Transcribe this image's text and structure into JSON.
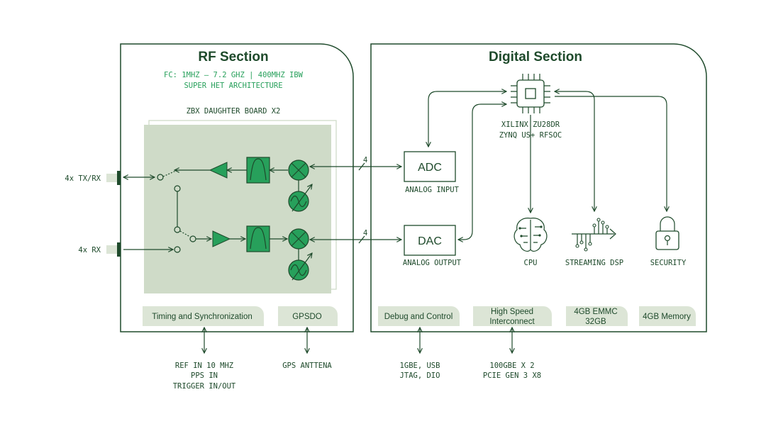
{
  "rf": {
    "title": "RF Section",
    "line1": "FC: 1MHZ – 7.2 GHZ | 400MHZ IBW",
    "line2": "SUPER HET ARCHITECTURE",
    "board": "ZBX DAUGHTER BOARD X2",
    "timing": "Timing and Synchronization",
    "gpsdo": "GPSDO"
  },
  "ports": {
    "txrx": "4x TX/RX",
    "rx": "4x RX"
  },
  "digital": {
    "title": "Digital Section",
    "soc_line1": "XILINX ZU28DR",
    "soc_line2": "ZYNQ US+ RFSOC",
    "adc": "ADC",
    "adc_caption": "ANALOG INPUT",
    "dac": "DAC",
    "dac_caption": "ANALOG OUTPUT",
    "cpu": "CPU",
    "dsp": "STREAMING DSP",
    "security": "SECURITY",
    "debug": "Debug and Control",
    "hs_line1": "High Speed",
    "hs_line2": "Interconnect",
    "emmc_line1": "4GB EMMC",
    "emmc_line2": "32GB",
    "memory": "4GB Memory",
    "bus_width": "4"
  },
  "external": {
    "ref1": "REF IN 10 MHZ",
    "ref2": "PPS IN",
    "ref3": "TRIGGER IN/OUT",
    "gps": "GPS ANTTENA",
    "dbg1": "1GBE, USB",
    "dbg2": "JTAG, DIO",
    "hs1": "100GBE X 2",
    "hs2": "PCIE GEN 3 X8"
  },
  "colors": {
    "dark": "#1e4a2b",
    "accent": "#27a05b",
    "board_fill": "#cfdbc8",
    "label_fill": "#dce5d6"
  }
}
